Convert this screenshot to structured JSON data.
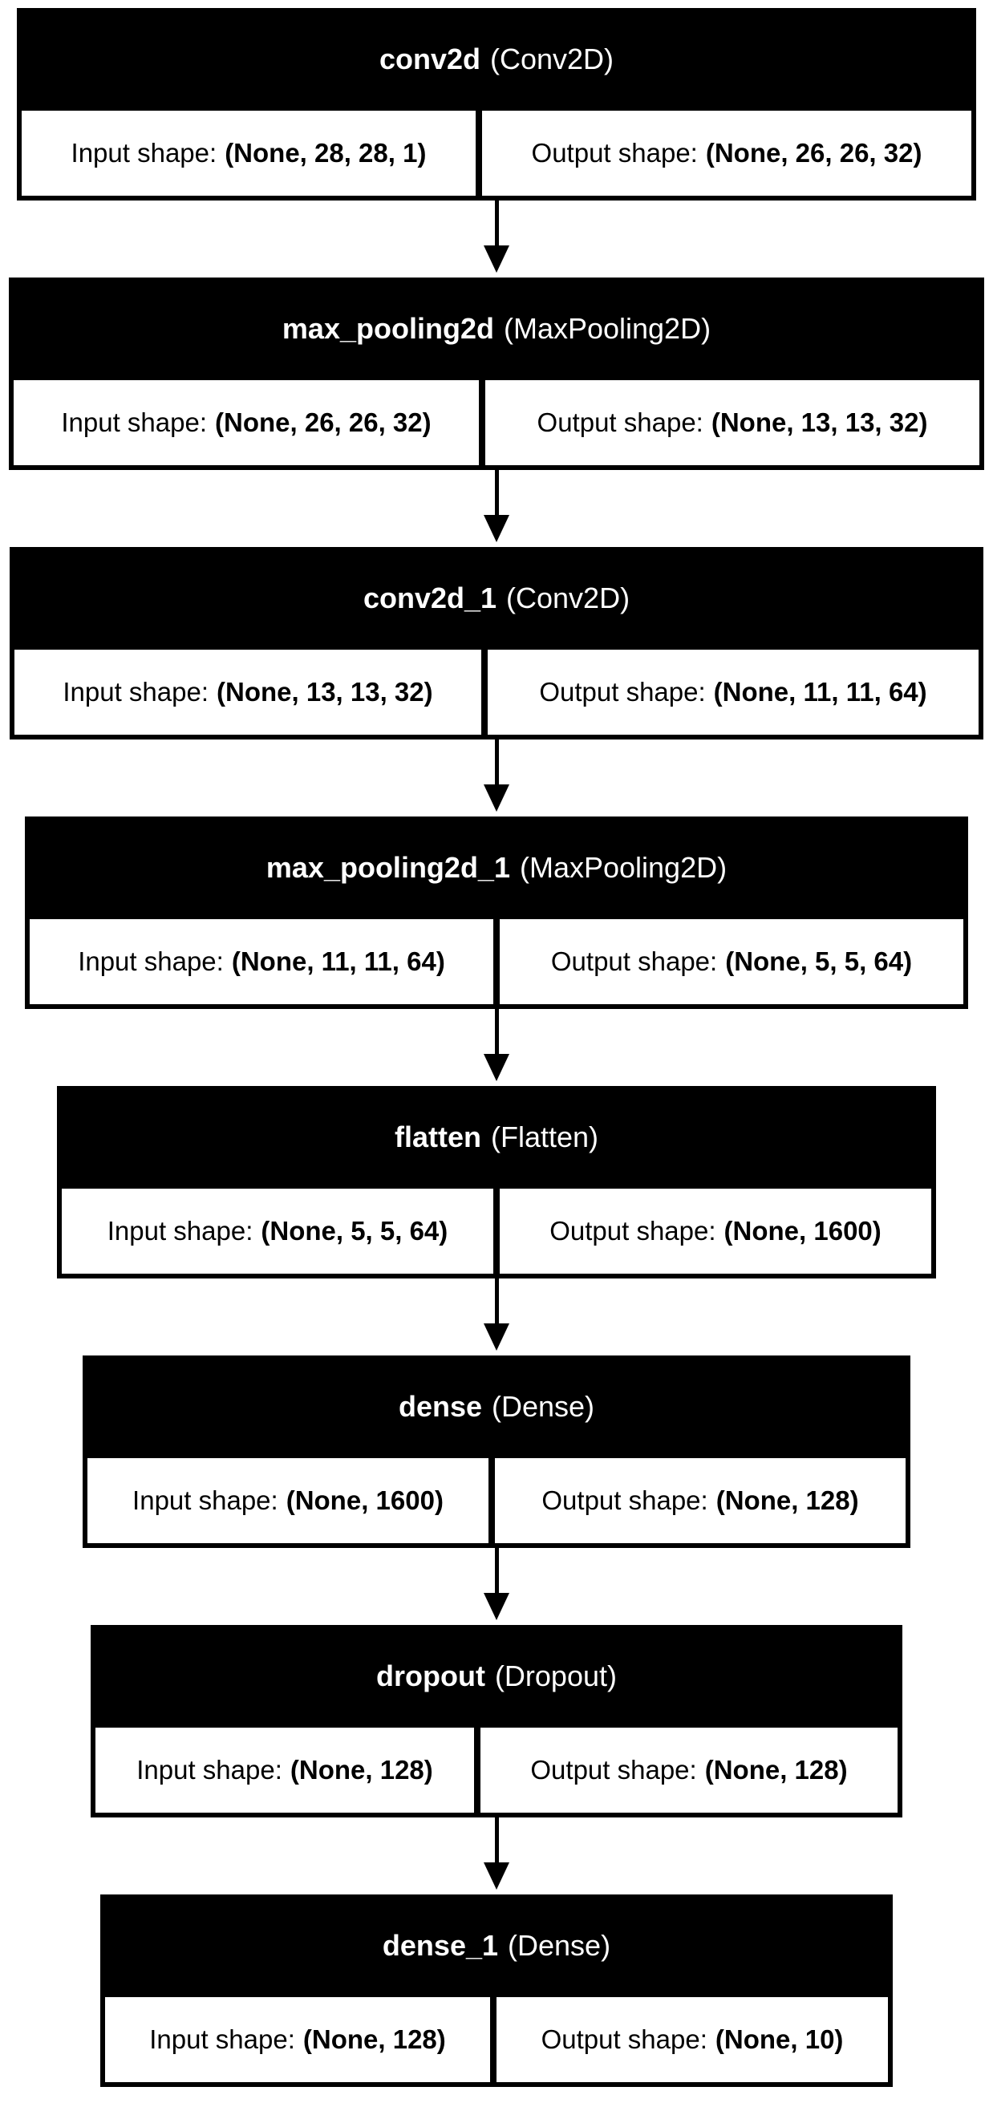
{
  "labels": {
    "input": "Input shape:",
    "output": "Output shape:"
  },
  "layers": [
    {
      "name": "conv2d",
      "type": "(Conv2D)",
      "input_shape": "(None, 28, 28, 1)",
      "output_shape": "(None, 26, 26, 32)"
    },
    {
      "name": "max_pooling2d",
      "type": "(MaxPooling2D)",
      "input_shape": "(None, 26, 26, 32)",
      "output_shape": "(None, 13, 13, 32)"
    },
    {
      "name": "conv2d_1",
      "type": "(Conv2D)",
      "input_shape": "(None, 13, 13, 32)",
      "output_shape": "(None, 11, 11, 64)"
    },
    {
      "name": "max_pooling2d_1",
      "type": "(MaxPooling2D)",
      "input_shape": "(None, 11, 11, 64)",
      "output_shape": "(None, 5, 5, 64)"
    },
    {
      "name": "flatten",
      "type": "(Flatten)",
      "input_shape": "(None, 5, 5, 64)",
      "output_shape": "(None, 1600)"
    },
    {
      "name": "dense",
      "type": "(Dense)",
      "input_shape": "(None, 1600)",
      "output_shape": "(None, 128)"
    },
    {
      "name": "dropout",
      "type": "(Dropout)",
      "input_shape": "(None, 128)",
      "output_shape": "(None, 128)"
    },
    {
      "name": "dense_1",
      "type": "(Dense)",
      "input_shape": "(None, 128)",
      "output_shape": "(None, 10)"
    }
  ]
}
